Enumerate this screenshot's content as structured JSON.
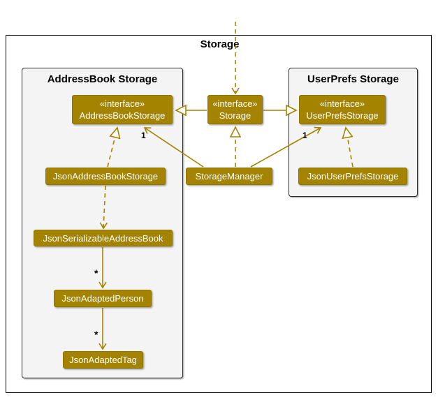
{
  "diagram": {
    "frame_title": "Storage",
    "containers": {
      "addressbook": {
        "title": "AddressBook Storage"
      },
      "userprefs": {
        "title": "UserPrefs Storage"
      }
    },
    "nodes": {
      "storage": {
        "stereotype": "«interface»",
        "name": "Storage"
      },
      "addressbook_storage": {
        "stereotype": "«interface»",
        "name": "AddressBookStorage"
      },
      "userprefs_storage": {
        "stereotype": "«interface»",
        "name": "UserPrefsStorage"
      },
      "storage_manager": {
        "name": "StorageManager"
      },
      "json_addressbook_storage": {
        "name": "JsonAddressBookStorage"
      },
      "json_userprefs_storage": {
        "name": "JsonUserPrefsStorage"
      },
      "json_serializable_addressbook": {
        "name": "JsonSerializableAddressBook"
      },
      "json_adapted_person": {
        "name": "JsonAdaptedPerson"
      },
      "json_adapted_tag": {
        "name": "JsonAdaptedTag"
      }
    },
    "multiplicities": {
      "manager_to_addressbook": "1",
      "manager_to_userprefs": "1",
      "serializable_to_person": "*",
      "person_to_tag": "*"
    },
    "colors": {
      "node_fill": "#A38300",
      "node_border": "#8E7400",
      "node_text": "#FFFFFF",
      "edge": "#A38300",
      "container_fill": "#F4F4F4",
      "frame_border": "#000000"
    }
  }
}
